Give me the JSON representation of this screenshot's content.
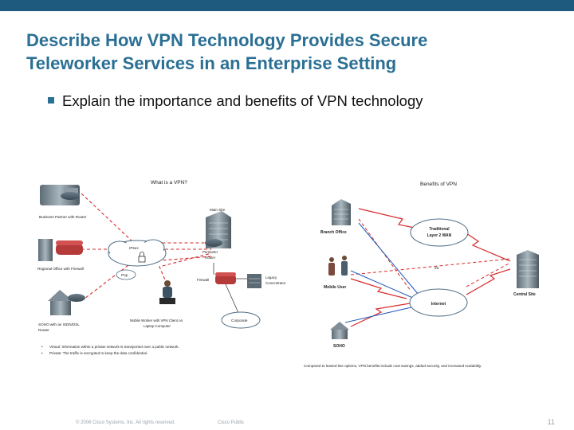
{
  "slide": {
    "title_line1": "Describe How VPN Technology Provides Secure",
    "title_line2": "Teleworker Services in an Enterprise Setting",
    "bullet": "Explain the importance and benefits of VPN technology",
    "accent_color": "#1e5a7e"
  },
  "left_diagram": {
    "heading": "What is a VPN?",
    "labels": {
      "business_partner": "Business Partner with Router",
      "regional_office": "Regional Office with Firewall",
      "soho": "SOHO with an ISDN/DSL",
      "soho2": "Router",
      "main_site": "Main Site",
      "perimeter1": "Perimeter",
      "perimeter2": "Router",
      "firewall": "Firewall",
      "legacy1": "Legacy",
      "legacy2": "Concentrator",
      "pop": "Pop",
      "ipsec": "IPsec",
      "corporate": "Corporate",
      "mobile1": "Mobile Worker with VPN Client on",
      "mobile2": "Laptop Computer"
    },
    "notes": [
      "Virtual: Information within a private network is transported over a public network.",
      "Private: The traffic is encrypted to keep the data confidential."
    ]
  },
  "right_diagram": {
    "heading": "Benefits of VPN",
    "labels": {
      "branch_office": "Branch Office",
      "traditional1": "Traditional",
      "traditional2": "Layer 2 WAN",
      "vs": "vs.",
      "mobile_user": "Mobile User",
      "central_site": "Central Site",
      "internet": "Internet",
      "soho": "SOHO"
    },
    "caption": "Compared to leased line options, VPN benefits include cost savings, added security, and increased scalability."
  },
  "footer": {
    "copyright": "© 2006 Cisco Systems, Inc. All rights reserved.",
    "classification": "Cisco Public",
    "page": "11"
  }
}
